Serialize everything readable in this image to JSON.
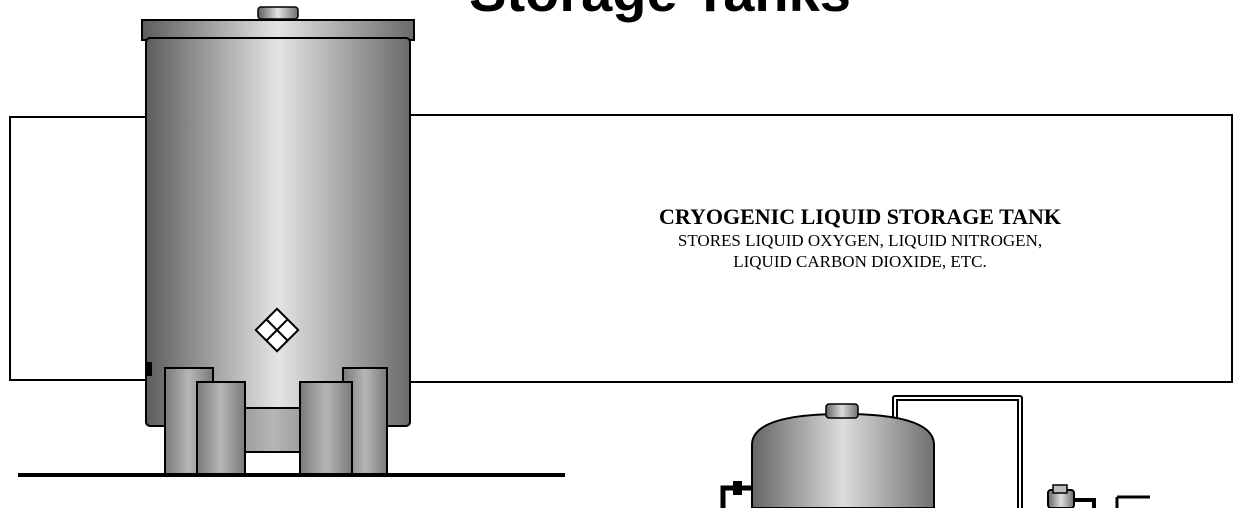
{
  "page": {
    "title": "Storage Tanks"
  },
  "callout": {
    "title": "CRYOGENIC LIQUID STORAGE TANK",
    "description_lines": [
      "STORES LIQUID OXYGEN, LIQUID NITROGEN,",
      "LIQUID CARBON DIOXIDE, ETC."
    ]
  },
  "icons": {
    "tank_marker": "diamond-grid-icon"
  },
  "colors": {
    "outline": "#000000",
    "background": "#ffffff",
    "steel_dark": "#6a6a6a",
    "steel_light": "#e2e2e2"
  }
}
